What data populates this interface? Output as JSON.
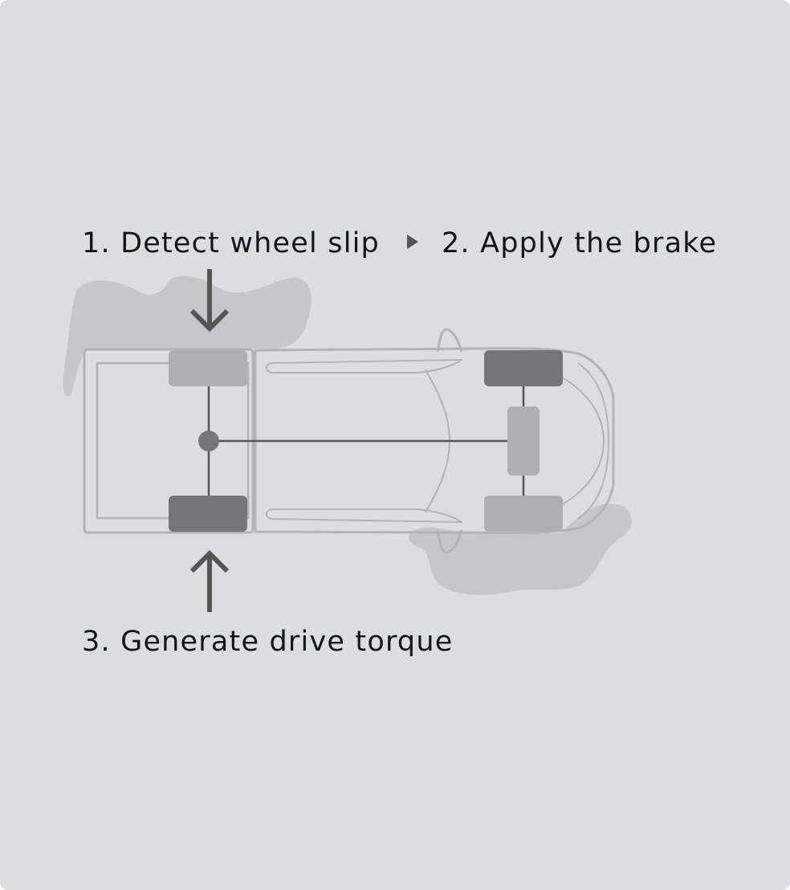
{
  "steps": {
    "step1": "1. Detect wheel slip",
    "step2": "2. Apply the brake",
    "step3": "3. Generate drive torque"
  },
  "icons": {
    "separator": "triangle-right-icon",
    "arrow_down": "arrow-down-icon",
    "arrow_up": "arrow-up-icon"
  },
  "colors": {
    "background": "#dcdde0",
    "puddle": "#c6c7ca",
    "car_outline": "#b2b3b6",
    "wheel_active": "#757678",
    "wheel_inactive": "#aeafb1",
    "arrow": "#555555",
    "text": "#151515"
  }
}
